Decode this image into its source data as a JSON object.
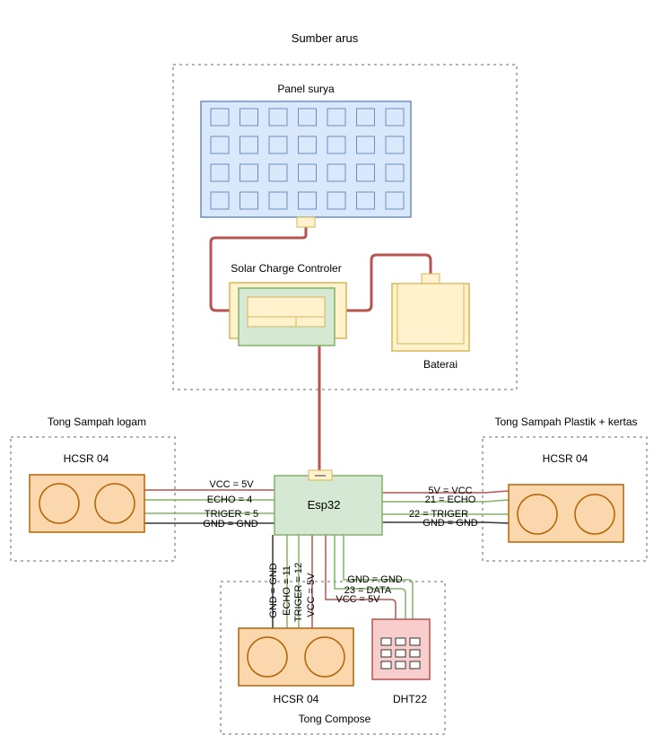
{
  "groups": {
    "sumber_arus": "Sumber arus",
    "tong_logam": "Tong Sampah logam",
    "tong_plastik": "Tong Sampah Plastik +  kertas",
    "tong_compose": "Tong Compose"
  },
  "components": {
    "panel_surya": "Panel surya",
    "solar_charge_controller": "Solar Charge Controler",
    "baterai": "Baterai",
    "esp32": "Esp32",
    "hcsr_left": "HCSR 04",
    "hcsr_right": "HCSR 04",
    "hcsr_bottom": "HCSR 04",
    "dht22": "DHT22"
  },
  "wires": {
    "left": [
      "VCC = 5V",
      "ECHO = 4",
      "TRIGER = 5",
      "GND = GND"
    ],
    "right": [
      "5V = VCC",
      "21 = ECHO",
      "22 = TRIGER",
      "GND = GND"
    ],
    "bottom_hcsr": [
      "GND = GND",
      "ECHO = 11",
      "TRIGER = 12",
      "VCC = 5V"
    ],
    "dht": [
      "GND = GND",
      "23 = DATA",
      "VCC = 5V"
    ]
  },
  "colors": {
    "power_wire": "#b85450",
    "signal_wire": "#82b366",
    "ground_wire": "#333333",
    "panel_fill": "#dae8fc",
    "panel_stroke": "#6c8ebf",
    "controller_fill": "#fff2cc",
    "controller_stroke": "#d6b656",
    "esp_fill": "#d5e8d4",
    "esp_stroke": "#82b366",
    "sensor_fill": "#fad7ac",
    "sensor_stroke": "#b46504",
    "dht_fill": "#f8cecc"
  }
}
